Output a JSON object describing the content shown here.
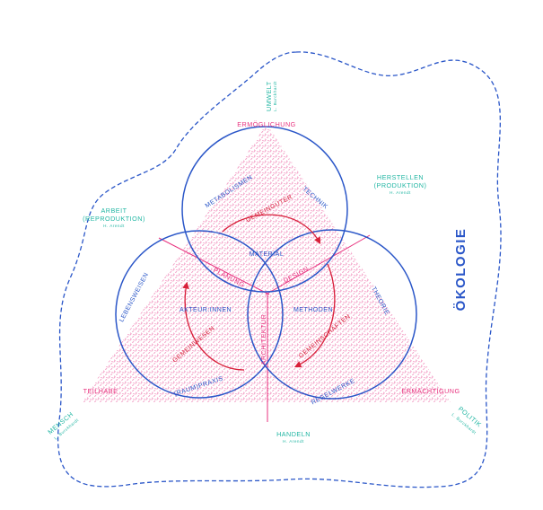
{
  "outer_label": "ÖKOLOGIE",
  "domains": {
    "umwelt": {
      "name": "UMWELT",
      "author": "L. Burckhardt"
    },
    "arbeit": {
      "line1": "ARBEIT",
      "line2": "(REPRODUKTION)",
      "author": "H. Arendt"
    },
    "herstellen": {
      "line1": "HERSTELLEN",
      "line2": "(PRODUKTION)",
      "author": "H. Arendt"
    },
    "mensch": {
      "name": "MENSCH",
      "author": "L. Burckhardt"
    },
    "politik": {
      "name": "POLITIK",
      "author": "L. Burckhardt"
    },
    "handeln": {
      "name": "HANDELN",
      "author": "H. Arendt"
    }
  },
  "triangle_corners": {
    "top": "ERMÖGLICHUNG",
    "left": "TEILHABE",
    "right": "ERMÄCHTIGUNG"
  },
  "circle_labels": {
    "top_left": "METABOLISMEN",
    "top_right": "TECHNIK",
    "left": "LEBENSWEISEN",
    "right": "THEORIE",
    "bottom_left": "(RAUM)PRAXIS",
    "bottom_right": "REGELWERKE"
  },
  "centers": {
    "top": "MATERIAL",
    "left": "AKTEUR:INNEN",
    "right": "METHODEN"
  },
  "overlaps": {
    "left": "PLANUNG",
    "right": "DESIGN",
    "bottom": "ARCHITEKTUR"
  },
  "cycle": {
    "top": "GEMEINGÜTER",
    "left": "GEMEINWESEN",
    "right": "GEMEINSCHAFTEN"
  },
  "colors": {
    "blue": "#2a56c8",
    "pink": "#e8337f",
    "red": "#d8203a",
    "teal": "#21b6a3"
  }
}
